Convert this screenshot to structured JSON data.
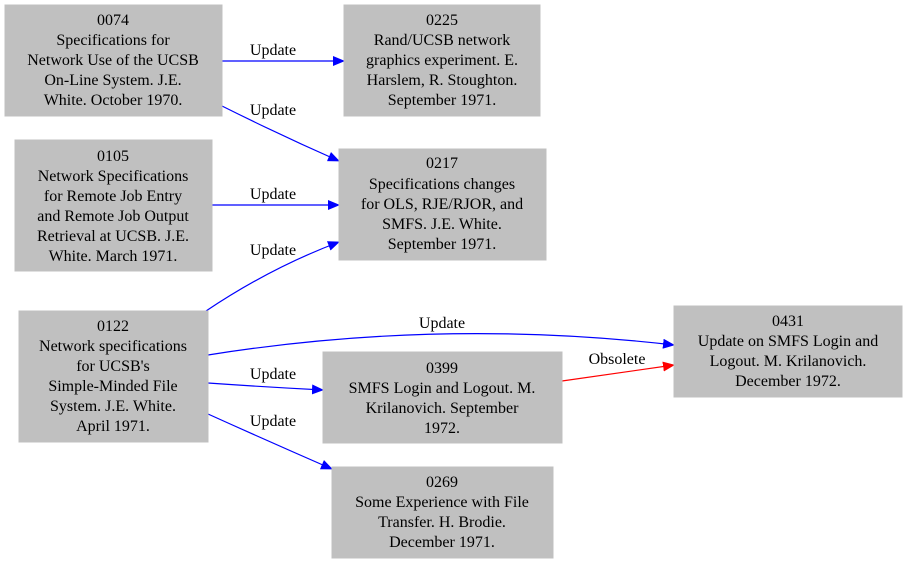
{
  "colors": {
    "node_fill": "#c0c0c0",
    "update_edge": "#0000ff",
    "obsolete_edge": "#ff0000",
    "text": "#000000"
  },
  "nodes": {
    "n0074": [
      "0074",
      "Specifications for",
      "Network Use of the UCSB",
      "On-Line System. J.E.",
      "White. October 1970."
    ],
    "n0225": [
      "0225",
      "Rand/UCSB network",
      "graphics experiment. E.",
      "Harslem, R. Stoughton.",
      "September 1971."
    ],
    "n0105": [
      "0105",
      "Network Specifications",
      "for Remote Job Entry",
      "and Remote Job Output",
      "Retrieval at UCSB. J.E.",
      "White. March 1971."
    ],
    "n0217": [
      "0217",
      "Specifications changes",
      "for OLS, RJE/RJOR, and",
      "SMFS. J.E. White.",
      "September 1971."
    ],
    "n0122": [
      "0122",
      "Network specifications",
      "for UCSB's",
      "Simple-Minded File",
      "System. J.E. White.",
      "April 1971."
    ],
    "n0431": [
      "0431",
      "Update on SMFS Login and",
      "Logout. M. Krilanovich.",
      "December 1972."
    ],
    "n0399": [
      "0399",
      "SMFS Login and Logout. M.",
      "Krilanovich. September",
      "1972."
    ],
    "n0269": [
      "0269",
      "Some Experience with File",
      "Transfer. H. Brodie.",
      "December 1971."
    ]
  },
  "edges": {
    "e0074_0225": {
      "label": "Update",
      "kind": "update"
    },
    "e0074_0217": {
      "label": "Update",
      "kind": "update"
    },
    "e0105_0217": {
      "label": "Update",
      "kind": "update"
    },
    "e0122_0217": {
      "label": "Update",
      "kind": "update"
    },
    "e0122_0431": {
      "label": "Update",
      "kind": "update"
    },
    "e0122_0399": {
      "label": "Update",
      "kind": "update"
    },
    "e0122_0269": {
      "label": "Update",
      "kind": "update"
    },
    "e0399_0431": {
      "label": "Obsolete",
      "kind": "obsolete"
    }
  }
}
